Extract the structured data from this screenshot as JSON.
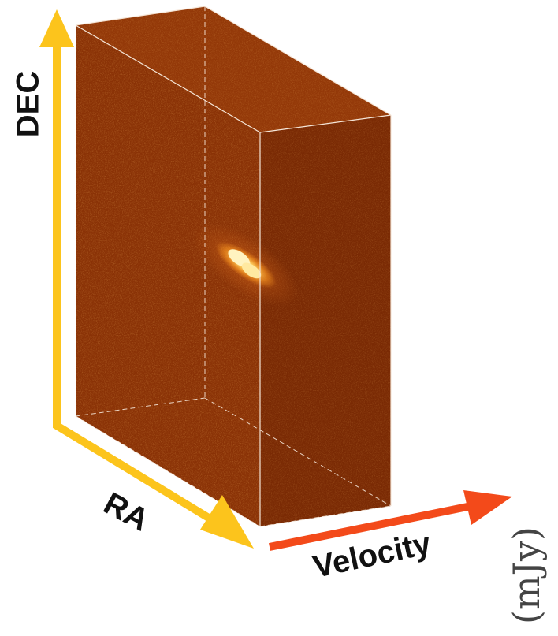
{
  "figure": {
    "axis_labels": {
      "dec": "DEC",
      "ra": "RA",
      "velocity": "Velocity",
      "unit": "(mJy)"
    },
    "colors": {
      "cube_front": "#8a3206",
      "cube_side": "#7a2a04",
      "cube_top": "#933808",
      "emission_core": "#fff6c8",
      "emission_glow": "#ff9a20",
      "spatial_axes": "#fcc41c",
      "velocity_axis": "#f34a1a",
      "edge_lines": "#f5e6d8"
    }
  }
}
